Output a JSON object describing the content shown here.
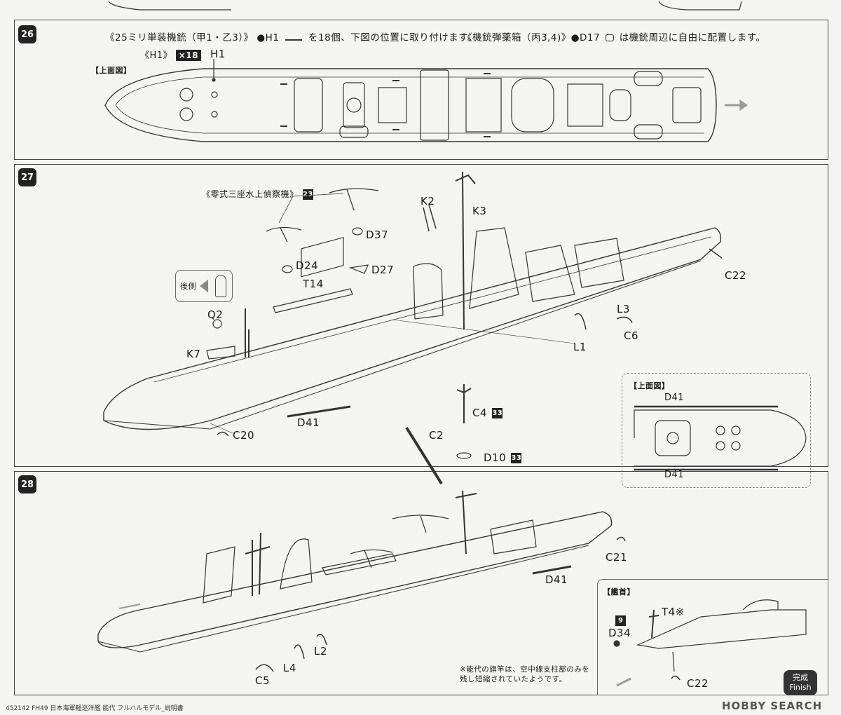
{
  "steps": [
    {
      "number": "26",
      "instruction": "《25ミリ単装機銃（甲1・乙3）》 ●H1",
      "instruction_tail": "を18個、下図の位置に取り付けます。",
      "instruction2": "《機銃弾薬箱（丙3,4)》●D17",
      "instruction2_tail": "は機銃周辺に自由に配置します。",
      "part_count_label": "《H1》",
      "part_count": "×18",
      "view_label": "【上面図】",
      "callout": "H1"
    },
    {
      "number": "27",
      "aircraft_label": "《零式三座水上偵察機》",
      "aircraft_ref": "23",
      "rear_label": "後側",
      "callouts": [
        "K2",
        "K3",
        "D37",
        "D24",
        "D27",
        "T14",
        "Q2",
        "K7",
        "C22",
        "L3",
        "C6",
        "L1",
        "D41",
        "C20",
        "C4",
        "C2",
        "D10"
      ],
      "ref_badges": {
        "C4": "33",
        "D10": "33"
      },
      "inset_label": "【上面図】",
      "inset_callouts": [
        "D41",
        "D41"
      ]
    },
    {
      "number": "28",
      "callouts": [
        "C21",
        "D41",
        "L2",
        "L4",
        "C5"
      ],
      "bow_label": "【艦首】",
      "bow_callouts": [
        "T4※",
        "D34",
        "C22"
      ],
      "bow_ref": "9",
      "note": "※能代の旗竿は、空中線支柱部のみを残し短縮されていたようです。"
    }
  ],
  "finish": {
    "jp": "完成",
    "en": "Finish"
  },
  "footer": "452142 FH49 日本海軍軽巡洋艦 能代 フルハルモデル_説明書",
  "watermark": "HOBBY SEARCH",
  "colors": {
    "ink": "#1a1a1a",
    "paper": "#f4f4f2",
    "badge": "#222222"
  }
}
